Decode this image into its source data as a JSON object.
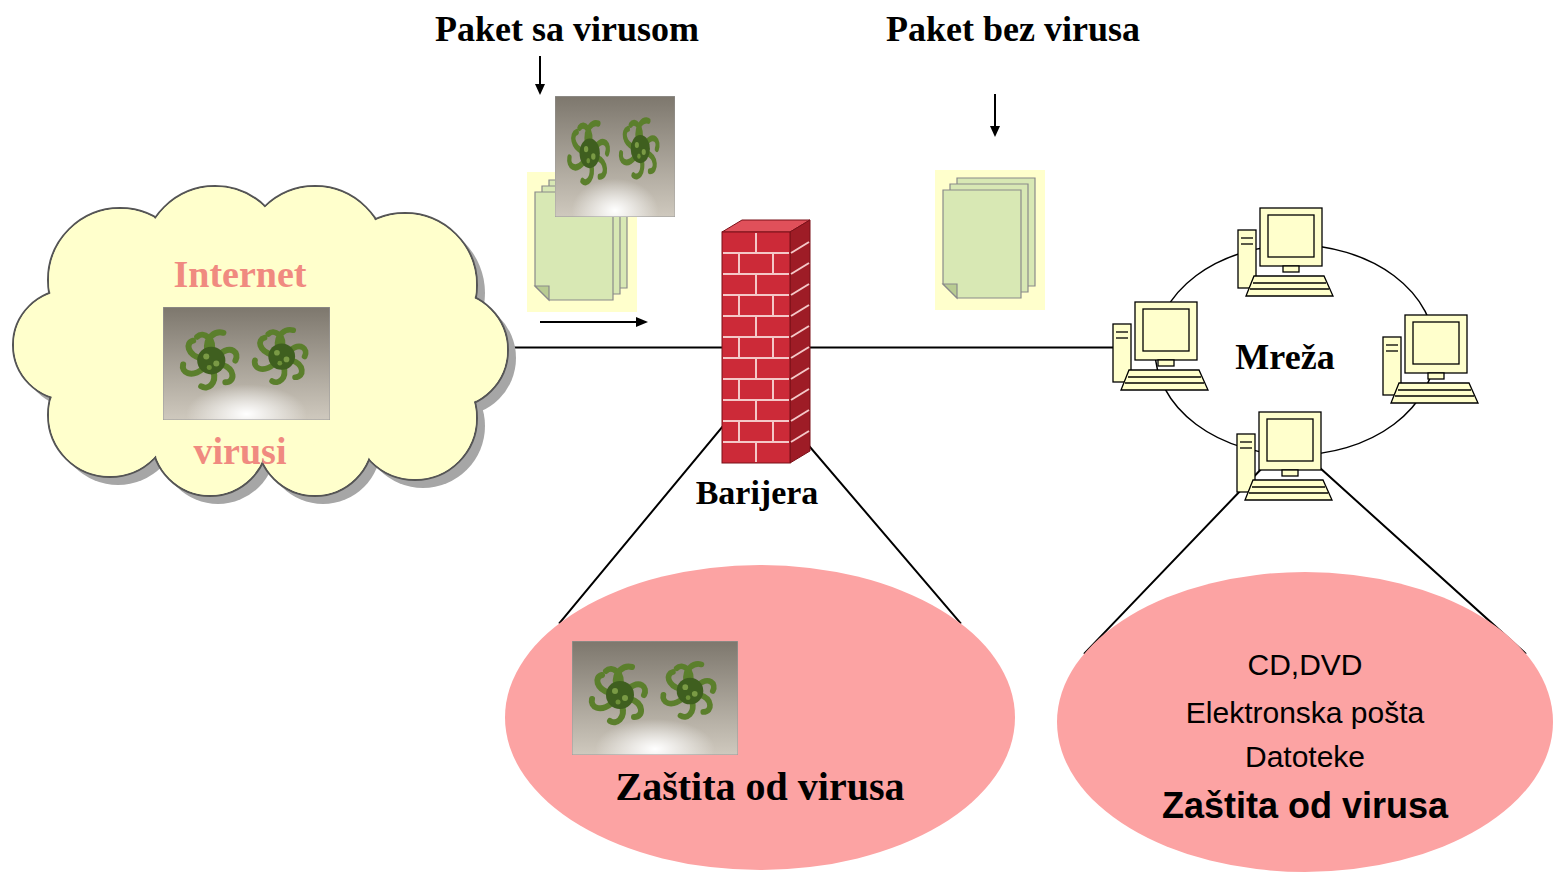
{
  "diagram": {
    "nodes": [
      {
        "text": [
          "Internet",
          "virusi"
        ]
      },
      {
        "text": [
          "Barijera"
        ]
      },
      {
        "text": [
          "Mreža"
        ]
      },
      {
        "text": [
          "Zaštita od virusa"
        ]
      },
      {
        "text": [
          "CD,DVD",
          "Elektronska pošta",
          "Datoteke",
          "Zaštita od virusa"
        ]
      }
    ],
    "edges": [
      {
        "from": 0,
        "to": 1,
        "arrow": "none"
      },
      {
        "from": 1,
        "to": 2,
        "arrow": "none"
      },
      {
        "from": 1,
        "to": 3,
        "arrow": "none"
      },
      {
        "from": 2,
        "to": 4,
        "arrow": "none"
      }
    ],
    "labels": [
      "Paket sa virusom",
      "Paket bez virusa"
    ]
  }
}
